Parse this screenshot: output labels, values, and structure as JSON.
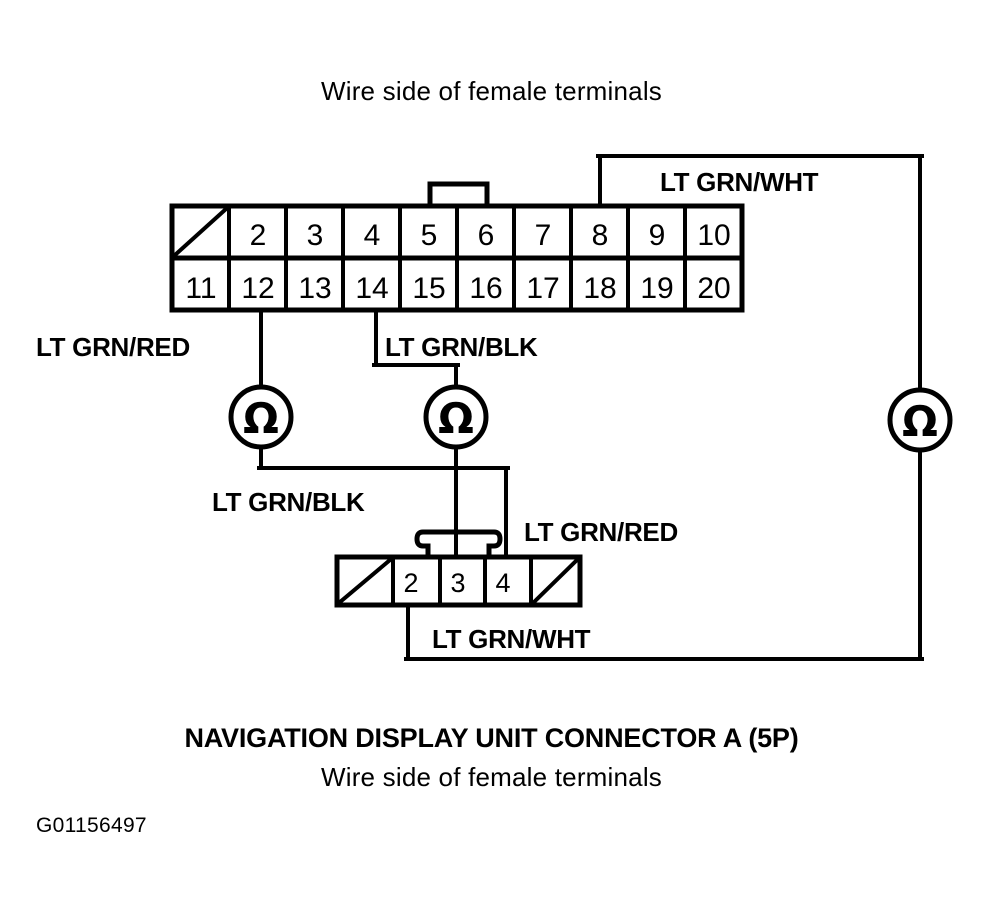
{
  "document": {
    "top_caption": "Wire side of female terminals",
    "bottom_title": "NAVIGATION DISPLAY UNIT CONNECTOR A (5P)",
    "bottom_caption": "Wire side of female terminals",
    "figure_code": "G01156497"
  },
  "colors": {
    "ink": "#000000",
    "paper": "#ffffff"
  },
  "connectors": {
    "top": {
      "name": "20P connector",
      "rows": [
        [
          "",
          "2",
          "3",
          "4",
          "5",
          "6",
          "7",
          "8",
          "9",
          "10"
        ],
        [
          "11",
          "12",
          "13",
          "14",
          "15",
          "16",
          "17",
          "18",
          "19",
          "20"
        ]
      ],
      "blank_cells": [
        "row0col0"
      ],
      "tab": "rectangular-center-tab"
    },
    "bottom": {
      "name": "NAVIGATION DISPLAY UNIT CONNECTOR A (5P)",
      "rows": [
        [
          "",
          "2",
          "3",
          "4",
          ""
        ]
      ],
      "blank_cells": [
        "row0col0",
        "row0col4"
      ],
      "tab": "double-lobe-center-tab"
    }
  },
  "wire_labels": {
    "lt_grn_wht_top": "LT GRN/WHT",
    "lt_grn_red_left": "LT GRN/RED",
    "lt_grn_blk_upper": "LT GRN/BLK",
    "lt_grn_blk_lower": "LT GRN/BLK",
    "lt_grn_red_lower": "LT GRN/RED",
    "lt_grn_wht_bottom": "LT GRN/WHT"
  },
  "meters": [
    {
      "id": "ohmmeter-left",
      "symbol": "Ω",
      "connects": "pin 12 to 5P pin 2 path"
    },
    {
      "id": "ohmmeter-middle",
      "symbol": "Ω",
      "connects": "pin 14 to 5P pins 3 and 4"
    },
    {
      "id": "ohmmeter-right",
      "symbol": "Ω",
      "connects": "pin 8 to 5P pin 2"
    }
  ]
}
